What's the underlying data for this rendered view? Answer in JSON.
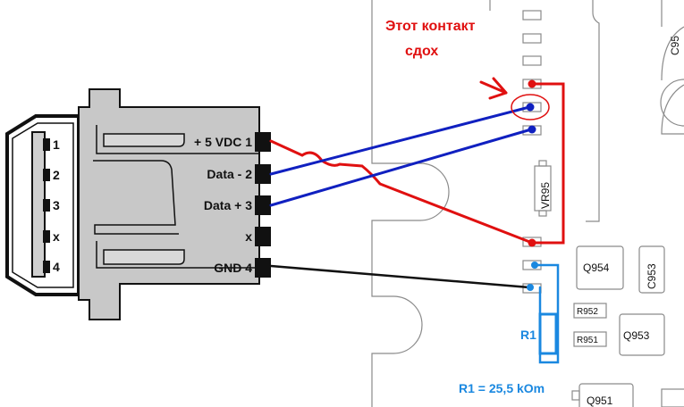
{
  "annotation": {
    "line1": "Этот контакт",
    "line2": "сдох"
  },
  "usb_plug_pins": [
    "1",
    "2",
    "3",
    "x",
    "4"
  ],
  "connector_pins": [
    "+ 5 VDC 1",
    "Data - 2",
    "Data + 3",
    "x",
    "GND 4"
  ],
  "components": {
    "vr95": "VR95",
    "q954": "Q954",
    "c953": "C953",
    "r952": "R952",
    "r951": "R951",
    "q953": "Q953",
    "q951": "Q951",
    "c95_partial": "C95"
  },
  "resistor": {
    "label": "R1",
    "value": "R1 = 25,5 kOm"
  },
  "colors": {
    "red_wire": "#e01010",
    "blue_wire": "#1020c0",
    "black_wire": "#111111",
    "resistor_blue": "#1a88e0",
    "annotation_red": "#e01010"
  }
}
